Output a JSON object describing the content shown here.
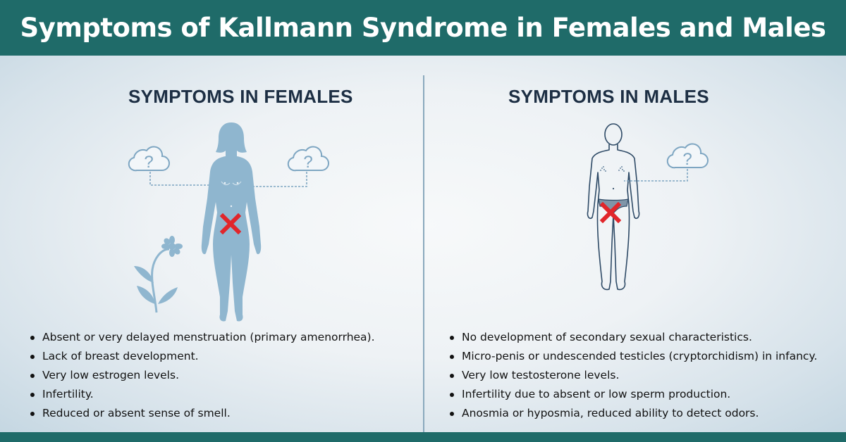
{
  "header": {
    "title": "Symptoms of Kallmann Syndrome in Females and Males"
  },
  "colors": {
    "header_bg": "#1f6b69",
    "title_text": "#1c2e43",
    "figure_blue": "#8fb6cf",
    "cross_red": "#e1262b",
    "outline_blue": "#2e4a66"
  },
  "females": {
    "title": "SYMPTOMS IN FEMALES",
    "icons": [
      "cloud-question-icon",
      "cloud-question-icon",
      "female-figure-icon",
      "cross-mark-icon",
      "wilted-flower-icon"
    ],
    "symptoms": [
      "Absent or very delayed menstruation (primary amenorrhea).",
      "Lack of breast development.",
      "Very low estrogen levels.",
      "Infertility.",
      "Reduced or absent sense of smell."
    ]
  },
  "males": {
    "title": "SYMPTOMS IN MALES",
    "icons": [
      "male-figure-icon",
      "cloud-question-icon",
      "cross-mark-icon"
    ],
    "symptoms": [
      "No development of secondary sexual characteristics.",
      "Micro-penis or undescended testicles (cryptorchidism) in infancy.",
      "Very low testosterone levels.",
      "Infertility due to absent or low sperm production.",
      "Anosmia or hyposmia, reduced ability to detect odors."
    ]
  }
}
